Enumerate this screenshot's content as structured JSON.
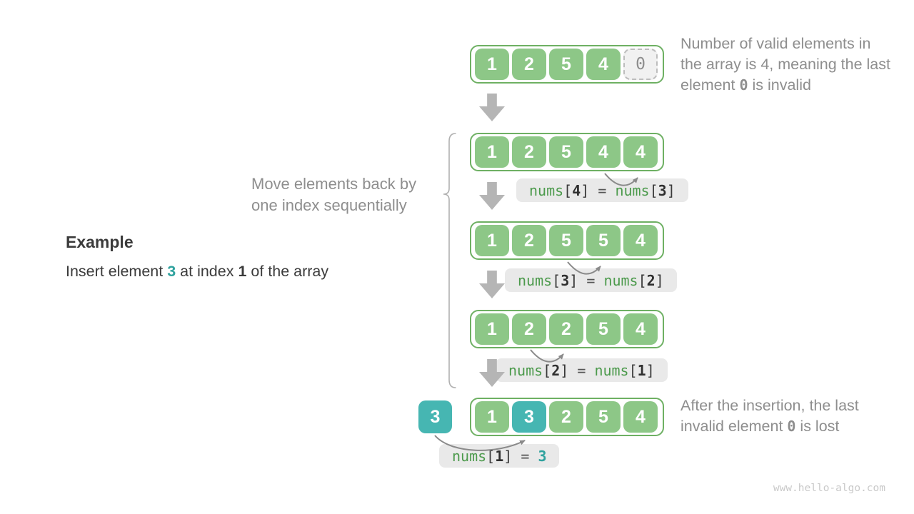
{
  "example": {
    "heading": "Example",
    "desc_pre": "Insert element ",
    "desc_val": "3",
    "desc_mid": " at index ",
    "desc_idx": "1",
    "desc_post": " of the array"
  },
  "notes": {
    "move": "Move elements back by one index sequentially",
    "top_pre": "Number of valid elements in the array is 4, meaning the last element ",
    "top_code": "0",
    "top_post": " is invalid",
    "bottom_pre": "After the insertion, the last invalid element ",
    "bottom_code": "0",
    "bottom_post": " is lost"
  },
  "insert_value": "3",
  "syntax": {
    "open": "[",
    "close": "]",
    "eq": "="
  },
  "rows": [
    {
      "cells": [
        {
          "v": "1",
          "t": "valid"
        },
        {
          "v": "2",
          "t": "valid"
        },
        {
          "v": "5",
          "t": "valid"
        },
        {
          "v": "4",
          "t": "valid"
        },
        {
          "v": "0",
          "t": "invalid"
        }
      ],
      "label": null
    },
    {
      "cells": [
        {
          "v": "1",
          "t": "valid"
        },
        {
          "v": "2",
          "t": "valid"
        },
        {
          "v": "5",
          "t": "valid"
        },
        {
          "v": "4",
          "t": "valid"
        },
        {
          "v": "4",
          "t": "valid"
        }
      ],
      "label": {
        "lhs_fn": "nums",
        "lhs_idx": "4",
        "rhs_fn": "nums",
        "rhs_idx": "3"
      }
    },
    {
      "cells": [
        {
          "v": "1",
          "t": "valid"
        },
        {
          "v": "2",
          "t": "valid"
        },
        {
          "v": "5",
          "t": "valid"
        },
        {
          "v": "5",
          "t": "valid"
        },
        {
          "v": "4",
          "t": "valid"
        }
      ],
      "label": {
        "lhs_fn": "nums",
        "lhs_idx": "3",
        "rhs_fn": "nums",
        "rhs_idx": "2"
      }
    },
    {
      "cells": [
        {
          "v": "1",
          "t": "valid"
        },
        {
          "v": "2",
          "t": "valid"
        },
        {
          "v": "2",
          "t": "valid"
        },
        {
          "v": "5",
          "t": "valid"
        },
        {
          "v": "4",
          "t": "valid"
        }
      ],
      "label": {
        "lhs_fn": "nums",
        "lhs_idx": "2",
        "rhs_fn": "nums",
        "rhs_idx": "1"
      }
    },
    {
      "cells": [
        {
          "v": "1",
          "t": "valid"
        },
        {
          "v": "3",
          "t": "insert"
        },
        {
          "v": "2",
          "t": "valid"
        },
        {
          "v": "5",
          "t": "valid"
        },
        {
          "v": "4",
          "t": "valid"
        }
      ],
      "label": {
        "lhs_fn": "nums",
        "lhs_idx": "1",
        "rhs_val": "3"
      }
    }
  ],
  "watermark": "www.hello-algo.com",
  "colors": {
    "cell_green": "#8DC787",
    "box_border_green": "#6EB063",
    "cell_teal": "#46B6B2",
    "invalid_bg": "#F1F1F1",
    "code_green": "#4C9A4C",
    "teal_text": "#2FA29E",
    "label_bg": "#E9E9E9",
    "gray_text": "#8E8E8E",
    "dark_text": "#3B3B3B",
    "block_arrow": "#B5B5B5",
    "arc_arrow": "#8A8A8A",
    "watermark": "#C9C9C9"
  }
}
